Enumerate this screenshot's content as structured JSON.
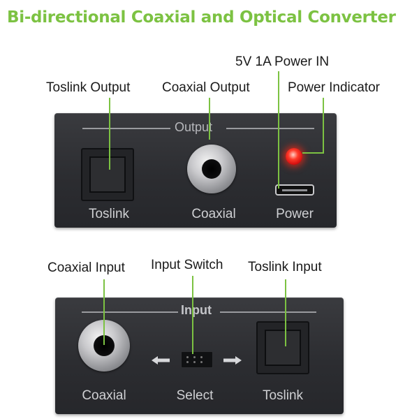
{
  "title": "Bi-directional Coaxial and Optical Converter",
  "accent_color": "#7cc242",
  "top_panel": {
    "section_label": "Output",
    "callouts": {
      "toslink_output": "Toslink Output",
      "coaxial_output": "Coaxial Output",
      "power_in": "5V 1A Power IN",
      "power_indicator": "Power Indicator"
    },
    "port_labels": {
      "toslink": "Toslink",
      "coaxial": "Coaxial",
      "power": "Power"
    }
  },
  "bottom_panel": {
    "section_label": "Input",
    "callouts": {
      "coaxial_input": "Coaxial Input",
      "input_switch": "Input Switch",
      "toslink_input": "Toslink Input"
    },
    "port_labels": {
      "coaxial": "Coaxial",
      "select": "Select",
      "toslink": "Toslink"
    }
  },
  "icons": {
    "left_arrow": "arrow-left-icon",
    "right_arrow": "arrow-right-icon",
    "led": "power-led-icon"
  }
}
